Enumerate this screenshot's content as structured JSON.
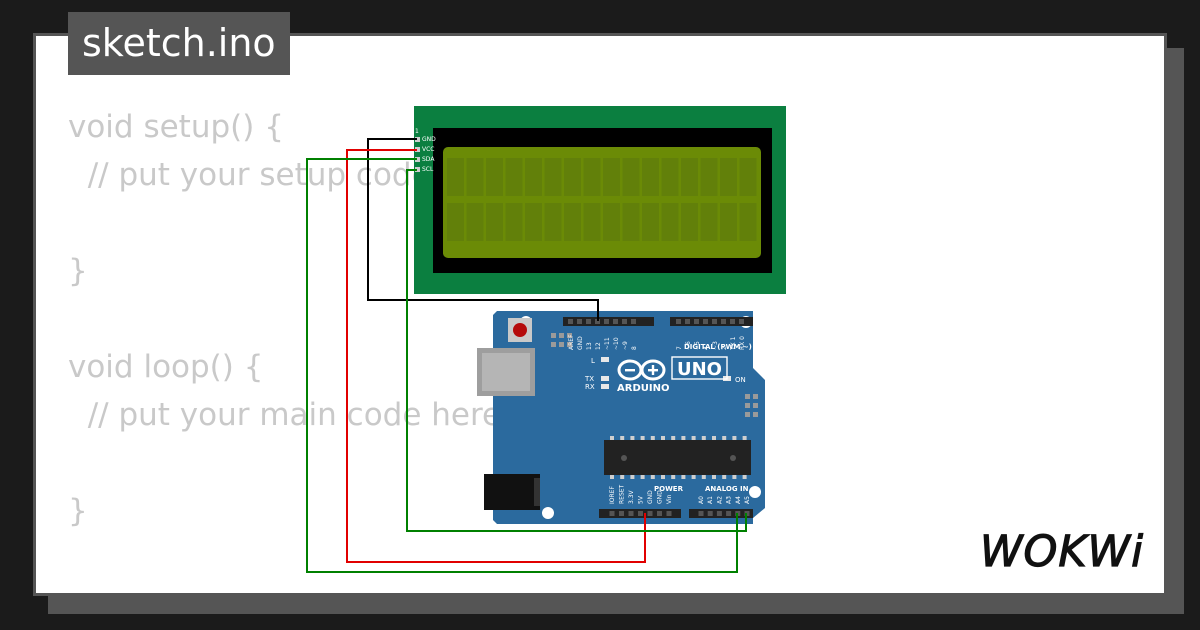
{
  "file_tab": {
    "label": "sketch.ino"
  },
  "code": {
    "lines": [
      "void setup() {",
      "  // put your setup code",
      "",
      "}",
      "",
      "void loop() {",
      "  // put your main code here,",
      "",
      "}"
    ]
  },
  "lcd": {
    "pin1": "1",
    "pins": [
      "GND",
      "VCC",
      "SDA",
      "SCL"
    ],
    "board_color": "#0b7f40",
    "screen_color": "#6b8b06"
  },
  "arduino": {
    "model": "UNO",
    "brand": "ARDUINO",
    "digital_header": "DIGITAL (PWM ~)",
    "power_header": "POWER",
    "analog_header": "ANALOG IN",
    "digital_pins": [
      "AREF",
      "GND",
      "13",
      "12",
      "~11",
      "~10",
      "~9",
      "8",
      "7",
      "~6",
      "~5",
      "4",
      "~3",
      "2",
      "TX 1",
      "RX 0"
    ],
    "power_pins": [
      "IOREF",
      "RESET",
      "3.3V",
      "5V",
      "GND",
      "GND",
      "Vin"
    ],
    "analog_pins": [
      "A0",
      "A1",
      "A2",
      "A3",
      "A4",
      "A5"
    ],
    "led_l": "L",
    "led_tx": "TX",
    "led_rx": "RX",
    "led_on": "ON",
    "board_color": "#2b6a9e"
  },
  "wires": [
    {
      "from": "LCD GND",
      "to": "Arduino GND",
      "color": "#000000"
    },
    {
      "from": "LCD VCC",
      "to": "Arduino 5V",
      "color": "#e10000"
    },
    {
      "from": "LCD SDA",
      "to": "Arduino A4",
      "color": "#008000"
    },
    {
      "from": "LCD SCL",
      "to": "Arduino A5",
      "color": "#008000"
    }
  ],
  "brand_logo": {
    "text": "WOKWi"
  }
}
